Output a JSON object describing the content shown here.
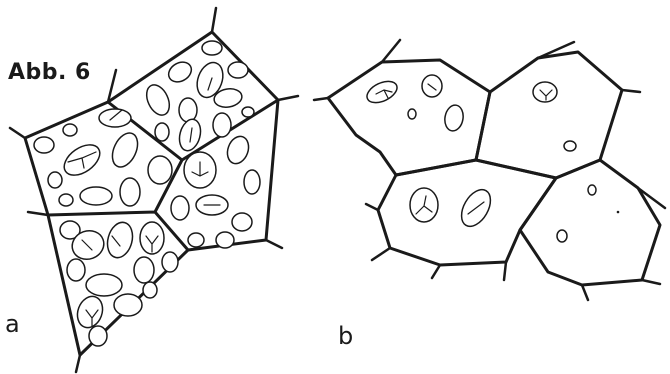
{
  "figure": {
    "title": "Abb. 6",
    "panels": [
      {
        "label": "a"
      },
      {
        "label": "b"
      }
    ]
  }
}
